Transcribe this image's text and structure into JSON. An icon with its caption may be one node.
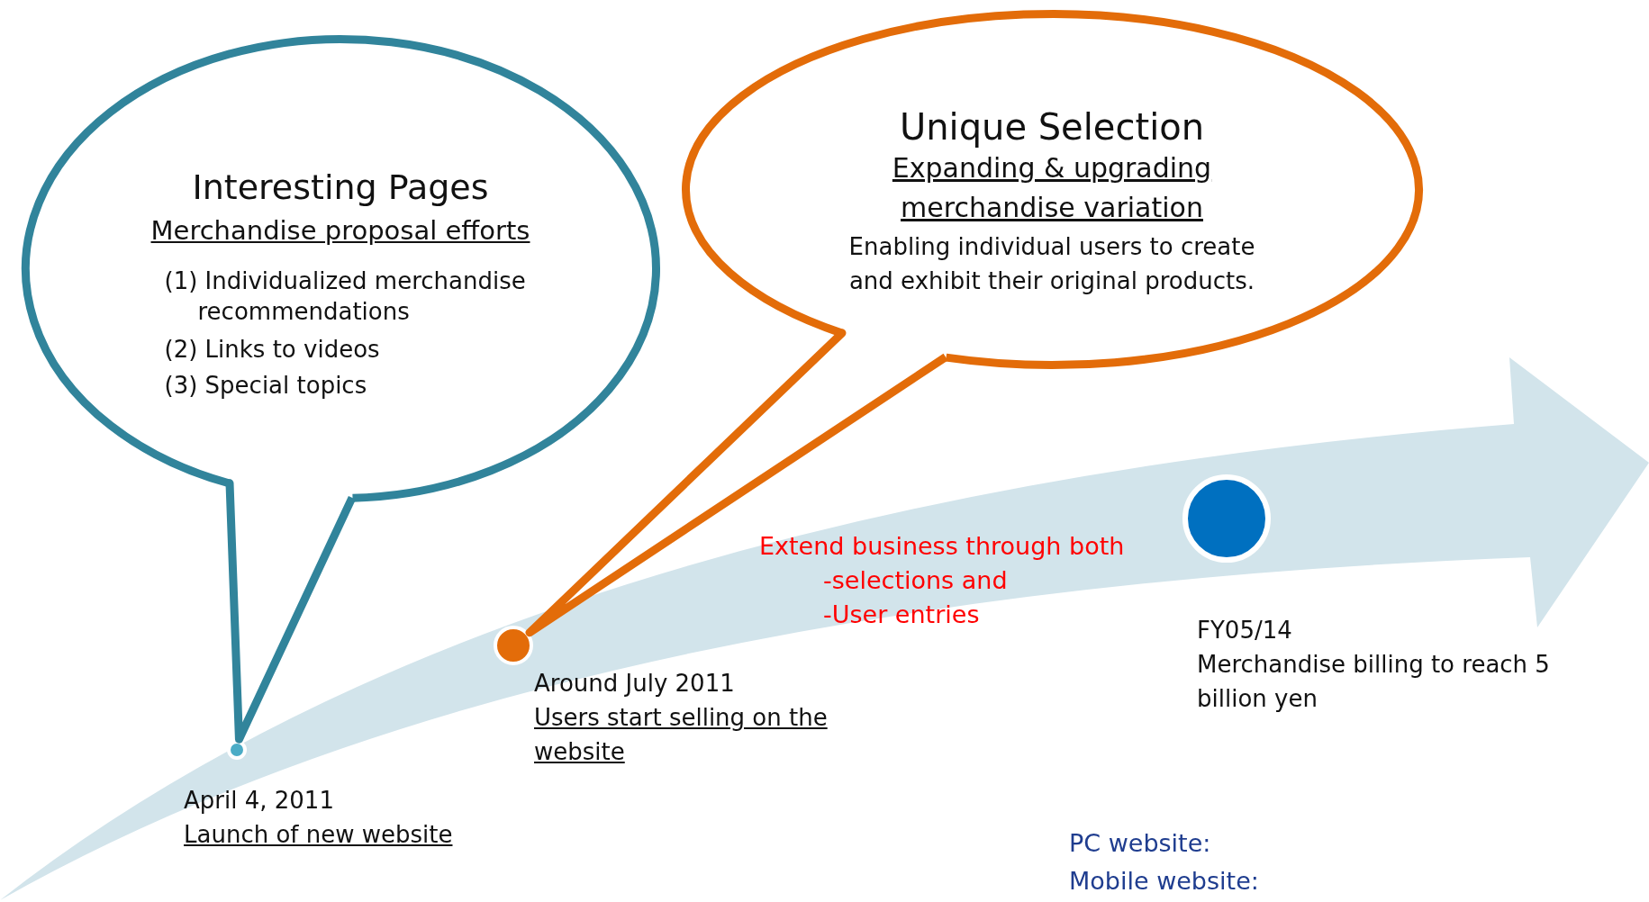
{
  "diagram": {
    "nodes": [
      {
        "text": [
          "Interesting Pages",
          "Merchandise  proposal efforts",
          "(1) Individualized merchandise recommendations",
          "(2) Links to videos",
          "(3) Special topics"
        ]
      },
      {
        "text": [
          "Unique Selection",
          "Expanding & upgrading merchandise variation",
          "Enabling individual users to create and exhibit their original products."
        ]
      },
      {
        "text": [],
        "shape": "circle",
        "beside": [
          "April 4, 2011",
          "Launch of new website"
        ],
        "in": 5
      },
      {
        "text": [],
        "shape": "circle",
        "beside": [
          "Around July 2011",
          "Users start selling on the website"
        ],
        "in": 5
      },
      {
        "text": [],
        "shape": "circle",
        "in": 5
      },
      {
        "text": [],
        "shape": "arrow"
      }
    ],
    "edges": [
      {
        "from": 0,
        "to": 2,
        "arrow": "none",
        "color": "#31849b"
      },
      {
        "from": 1,
        "to": 3,
        "arrow": "none",
        "color": "#e36c09"
      }
    ],
    "labels": [
      "Extend business through both",
      "-selections and",
      "-User entries",
      "FY05/14",
      "Merchandise billing to reach 5 billion yen",
      "PC website:",
      "Mobile website:"
    ]
  }
}
